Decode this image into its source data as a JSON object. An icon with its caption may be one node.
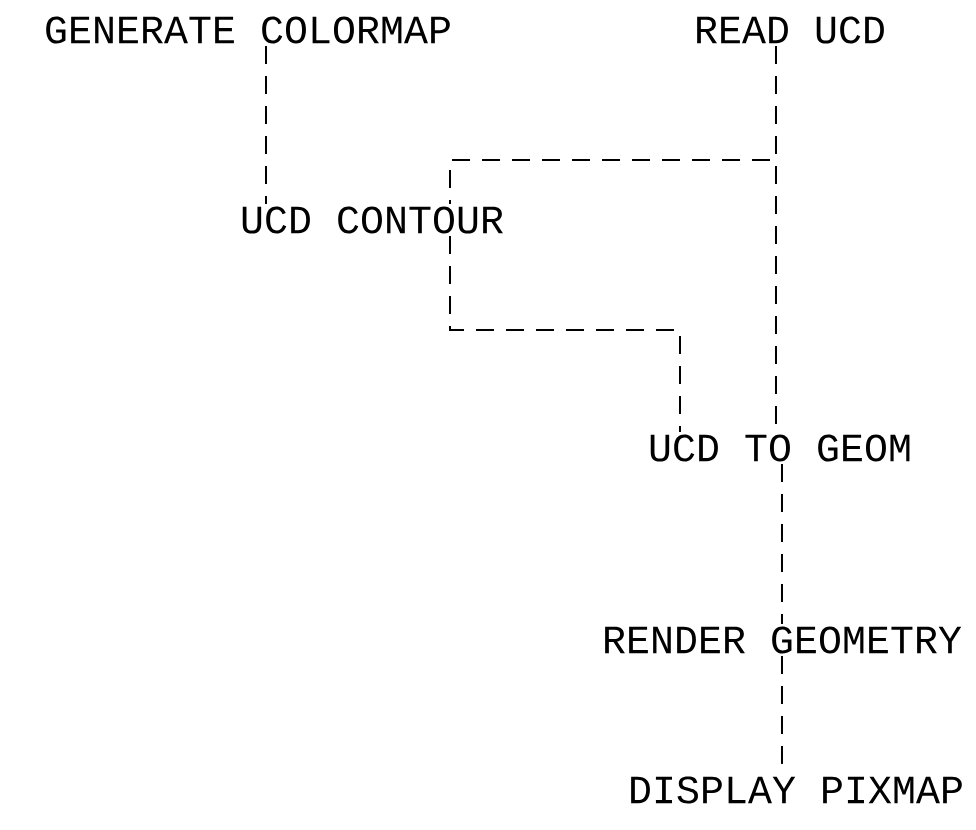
{
  "diagram": {
    "nodes": [
      {
        "text": [
          "GENERATE COLORMAP"
        ]
      },
      {
        "text": [
          "READ UCD"
        ]
      },
      {
        "text": [
          "UCD CONTOUR"
        ]
      },
      {
        "text": [
          "UCD TO GEOM"
        ]
      },
      {
        "text": [
          "RENDER GEOMETRY"
        ]
      },
      {
        "text": [
          "DISPLAY PIXMAP"
        ]
      }
    ],
    "edges": [
      {
        "from": 0,
        "to": 2,
        "arrow": "none"
      },
      {
        "from": 1,
        "to": 2,
        "arrow": "none"
      },
      {
        "from": 1,
        "to": 3,
        "arrow": "none"
      },
      {
        "from": 2,
        "to": 3,
        "arrow": "none"
      },
      {
        "from": 3,
        "to": 4,
        "arrow": "none"
      },
      {
        "from": 4,
        "to": 5,
        "arrow": "none"
      }
    ]
  }
}
